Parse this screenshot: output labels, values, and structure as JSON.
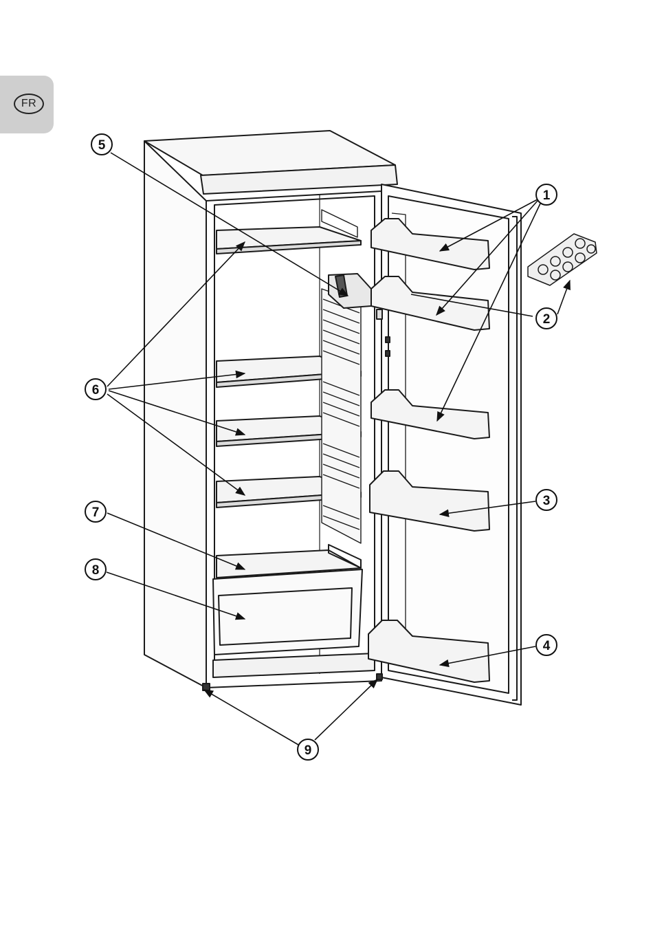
{
  "language_tab": {
    "label": "FR"
  },
  "callouts": [
    {
      "id": "1",
      "label": "1"
    },
    {
      "id": "2",
      "label": "2"
    },
    {
      "id": "3",
      "label": "3"
    },
    {
      "id": "4",
      "label": "4"
    },
    {
      "id": "5",
      "label": "5"
    },
    {
      "id": "6",
      "label": "6"
    },
    {
      "id": "7",
      "label": "7"
    },
    {
      "id": "8",
      "label": "8"
    },
    {
      "id": "9",
      "label": "9"
    }
  ]
}
